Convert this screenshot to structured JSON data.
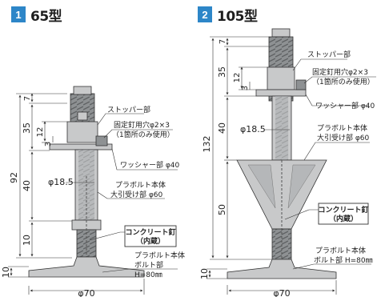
{
  "headings": [
    {
      "number": "1",
      "title": "65型"
    },
    {
      "number": "2",
      "title": "105型"
    }
  ],
  "colors": {
    "badge": "#2d86c8",
    "body_gray": "#c8c9ca",
    "dark_gray": "#8e9193",
    "line": "#333333"
  },
  "left": {
    "dims": {
      "total": "92",
      "top": "7",
      "mid": "35",
      "bottom": "40",
      "foot_gap": "10",
      "base": "10",
      "slot_h": "12",
      "slot_w": "3",
      "width": "φ70"
    },
    "labels": {
      "stopper": "ストッパー部",
      "hole_line1": "固定釘用穴φ2×3",
      "hole_line2": "（1箇所のみ使用）",
      "washer": "ワッシャー部 φ40",
      "shaft": "φ18.5",
      "body_line1": "プラボルト本体",
      "body_line2": "大引受け部 φ60",
      "nail_line1": "コンクリート釘",
      "nail_line2": "（内蔵）",
      "bolt_line1": "プラボルト本体",
      "bolt_line2": "ボルト部",
      "bolt_line3": "H=80㎜"
    }
  },
  "right": {
    "dims": {
      "total": "132",
      "top": "7",
      "mid": "35",
      "middle": "40",
      "lower": "50",
      "base": "10",
      "slot_h": "12",
      "slot_w": "3",
      "width": "φ70"
    },
    "labels": {
      "stopper": "ストッパー部",
      "hole_line1": "固定釘用穴φ2×3",
      "hole_line2": "（1箇所のみ使用）",
      "washer": "ワッシャー部 φ40",
      "shaft": "φ18.5",
      "body_line1": "プラボルト本体",
      "body_line2": "大引受け部 φ60",
      "nail_line1": "コンクリート釘",
      "nail_line2": "（内蔵）",
      "bolt_line1": "プラボルト本体",
      "bolt_line2": "ボルト部 H=80㎜"
    }
  }
}
